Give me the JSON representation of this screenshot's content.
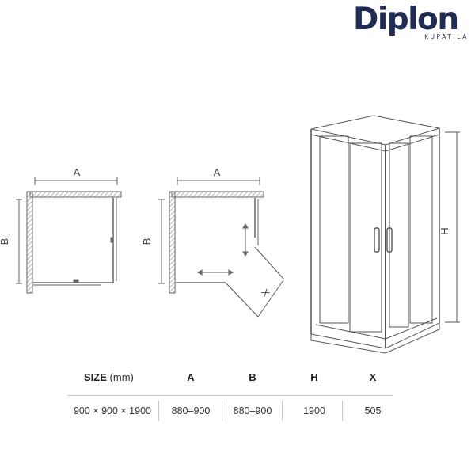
{
  "brand": {
    "name": "Diplon",
    "sub": "KUPATILA"
  },
  "diagram_labels": {
    "plan1": {
      "a": "A",
      "b": "B"
    },
    "plan2": {
      "a": "A",
      "b": "B",
      "x": "X"
    },
    "perspective": {
      "h": "H"
    }
  },
  "spec_table": {
    "headers": {
      "size": "SIZE",
      "unit": "(mm)",
      "a": "A",
      "b": "B",
      "h": "H",
      "x": "X"
    },
    "row": {
      "size": "900 × 900 × 1900",
      "a": "880–900",
      "b": "880–900",
      "h": "1900",
      "x": "505"
    }
  },
  "colors": {
    "brand": "#1f2d55",
    "line": "#6b6b6b",
    "hatch": "#888888"
  }
}
